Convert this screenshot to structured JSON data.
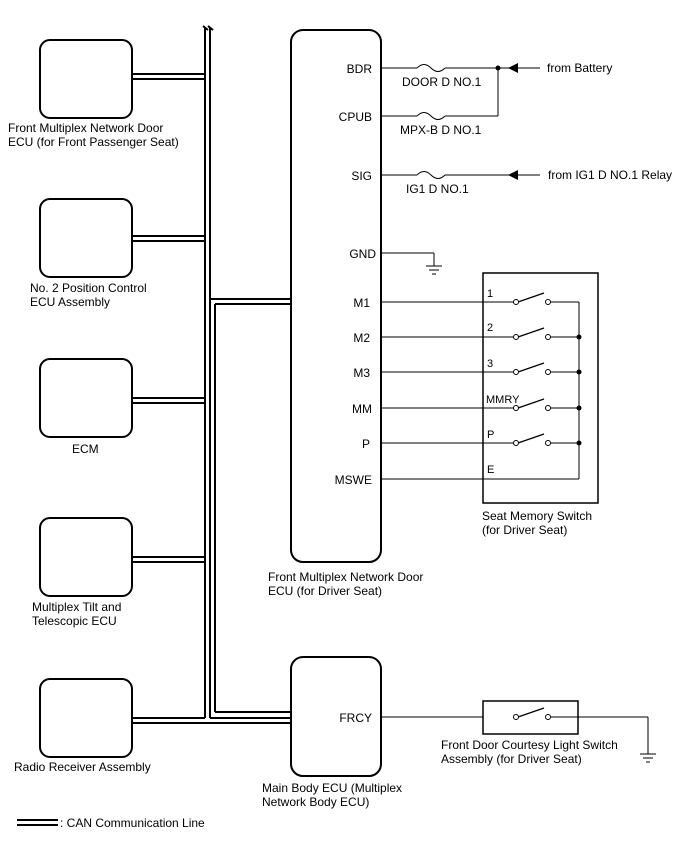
{
  "ecus": {
    "front_passenger_door": {
      "line1": "Front Multiplex Network Door",
      "line2": "ECU (for Front Passenger Seat)"
    },
    "position_control": {
      "line1": "No. 2 Position Control",
      "line2": "ECU Assembly"
    },
    "ecm": {
      "line1": "ECM"
    },
    "tilt_telescopic": {
      "line1": "Multiplex Tilt and",
      "line2": "Telescopic ECU"
    },
    "radio_receiver": {
      "line1": "Radio Receiver Assembly"
    },
    "driver_door": {
      "line1": "Front Multiplex Network Door",
      "line2": "ECU (for Driver Seat)"
    },
    "main_body": {
      "line1": "Main Body ECU (Multiplex",
      "line2": "Network Body ECU)"
    }
  },
  "pins": {
    "bdr": "BDR",
    "cpub": "CPUB",
    "sig": "SIG",
    "gnd": "GND",
    "m1": "M1",
    "m2": "M2",
    "m3": "M3",
    "mm": "MM",
    "p": "P",
    "mswe": "MSWE",
    "frcy": "FRCY"
  },
  "fuses": {
    "door": "DOOR D NO.1",
    "mpxb": "MPX-B D NO.1",
    "ig1": "IG1 D NO.1"
  },
  "sources": {
    "battery": "from Battery",
    "ig1_relay": "from IG1 D NO.1 Relay"
  },
  "seat_switch": {
    "title1": "Seat Memory Switch",
    "title2": "(for Driver Seat)",
    "t1": "1",
    "t2": "2",
    "t3": "3",
    "tm": "MMRY",
    "tp": "P",
    "te": "E"
  },
  "courtesy_switch": {
    "title1": "Front Door Courtesy Light Switch",
    "title2": "Assembly (for Driver Seat)"
  },
  "legend": {
    "can_label": ": CAN Communication Line"
  }
}
